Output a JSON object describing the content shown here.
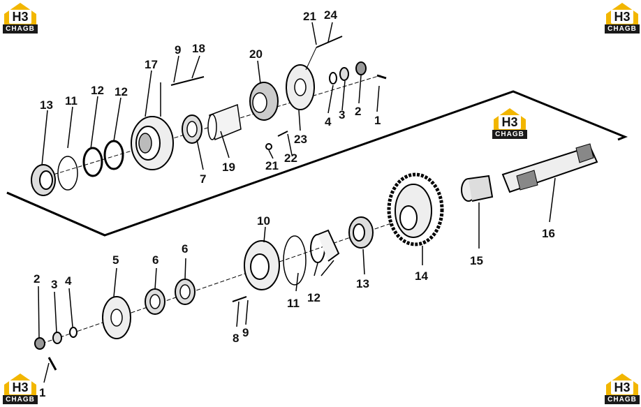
{
  "logo": {
    "brand": "CHAGB",
    "mark": "H3"
  },
  "labels": {
    "l1a": "1",
    "l2a": "2",
    "l3a": "3",
    "l4a": "4",
    "l7": "7",
    "l9a": "9",
    "l11a": "11",
    "l12a": "12",
    "l12b": "12",
    "l13a": "13",
    "l17": "17",
    "l18": "18",
    "l19": "19",
    "l20": "20",
    "l21a": "21",
    "l21b": "21",
    "l22": "22",
    "l23": "23",
    "l24": "24",
    "l16": "16",
    "l15": "15",
    "l14": "14",
    "l13b": "13",
    "l12c": "12",
    "l11b": "11",
    "l10": "10",
    "l9b": "9",
    "l8": "8",
    "l6a": "6",
    "l6b": "6",
    "l5": "5",
    "l4b": "4",
    "l3b": "3",
    "l2b": "2",
    "l1b": "1"
  }
}
